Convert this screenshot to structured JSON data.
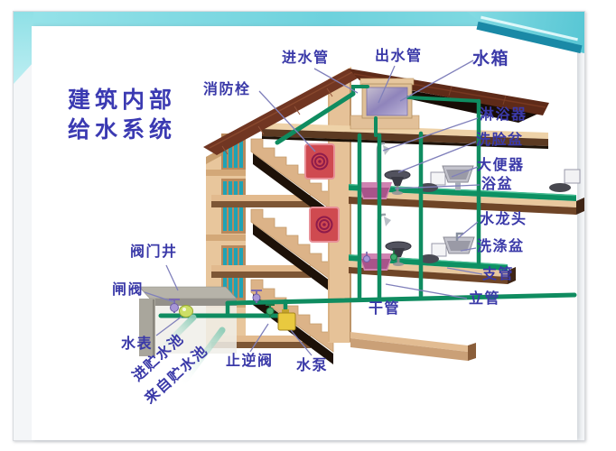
{
  "title": {
    "line1": "建筑内部",
    "line2": "给水系统"
  },
  "labels": {
    "inlet_pipe": "进水管",
    "outlet_pipe": "出水管",
    "water_tank": "水箱",
    "fire_hydrant": "消防栓",
    "shower": "淋浴器",
    "washbasin": "洗脸盆",
    "toilet": "大便器",
    "bathtub": "浴盆",
    "faucet": "水龙头",
    "sink": "洗涤盆",
    "branch_pipe": "支管",
    "riser_pipe": "立管",
    "main_pipe": "干管",
    "valve_well": "阀门井",
    "gate_valve": "闸阀",
    "water_meter": "水表",
    "to_storage_pool": "进贮水池",
    "from_storage_pool": "来自贮水池",
    "check_valve": "止逆阀",
    "water_pump": "水泵"
  },
  "colors": {
    "label_text": "#3a39a8",
    "title_text": "#3b3ab2",
    "pipe_green": "#0f8c60",
    "accent_cyan": "#7fd9e2",
    "accent_teal_dark": "#1a89a6",
    "roof_brown": "#5f2b1a",
    "wall_tan": "#e6c298",
    "hydrant_red": "#cf4a50",
    "tank_purple": "#9387c0",
    "window_teal": "#1fa3b5"
  }
}
